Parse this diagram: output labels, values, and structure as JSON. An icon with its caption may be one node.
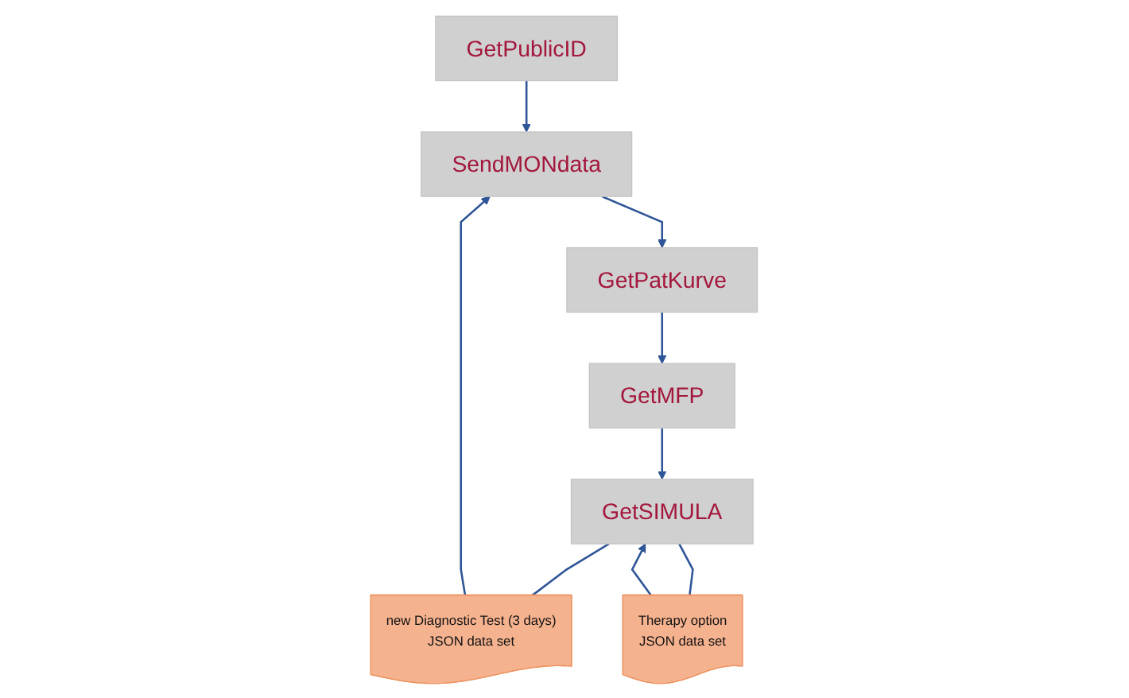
{
  "diagram": {
    "nodes": [
      {
        "text": [
          "GetPublicID"
        ]
      },
      {
        "text": [
          "SendMONdata"
        ]
      },
      {
        "text": [
          "GetPatKurve"
        ]
      },
      {
        "text": [
          "GetMFP"
        ]
      },
      {
        "text": [
          "GetSIMULA"
        ]
      },
      {
        "text": [
          "new Diagnostic Test (3 days)",
          "JSON data set"
        ]
      },
      {
        "text": [
          "Therapy option",
          "JSON data set"
        ]
      }
    ],
    "edges": [
      {
        "from": 0,
        "to": 1,
        "arrow": "to"
      },
      {
        "from": 1,
        "to": 2,
        "arrow": "to"
      },
      {
        "from": 2,
        "to": 3,
        "arrow": "to"
      },
      {
        "from": 3,
        "to": 4,
        "arrow": "to"
      },
      {
        "from": 4,
        "to": 5,
        "arrow": "none"
      },
      {
        "from": 5,
        "to": 1,
        "arrow": "to"
      },
      {
        "from": 4,
        "to": 6,
        "arrow": "none"
      },
      {
        "from": 6,
        "to": 4,
        "arrow": "to"
      }
    ]
  }
}
